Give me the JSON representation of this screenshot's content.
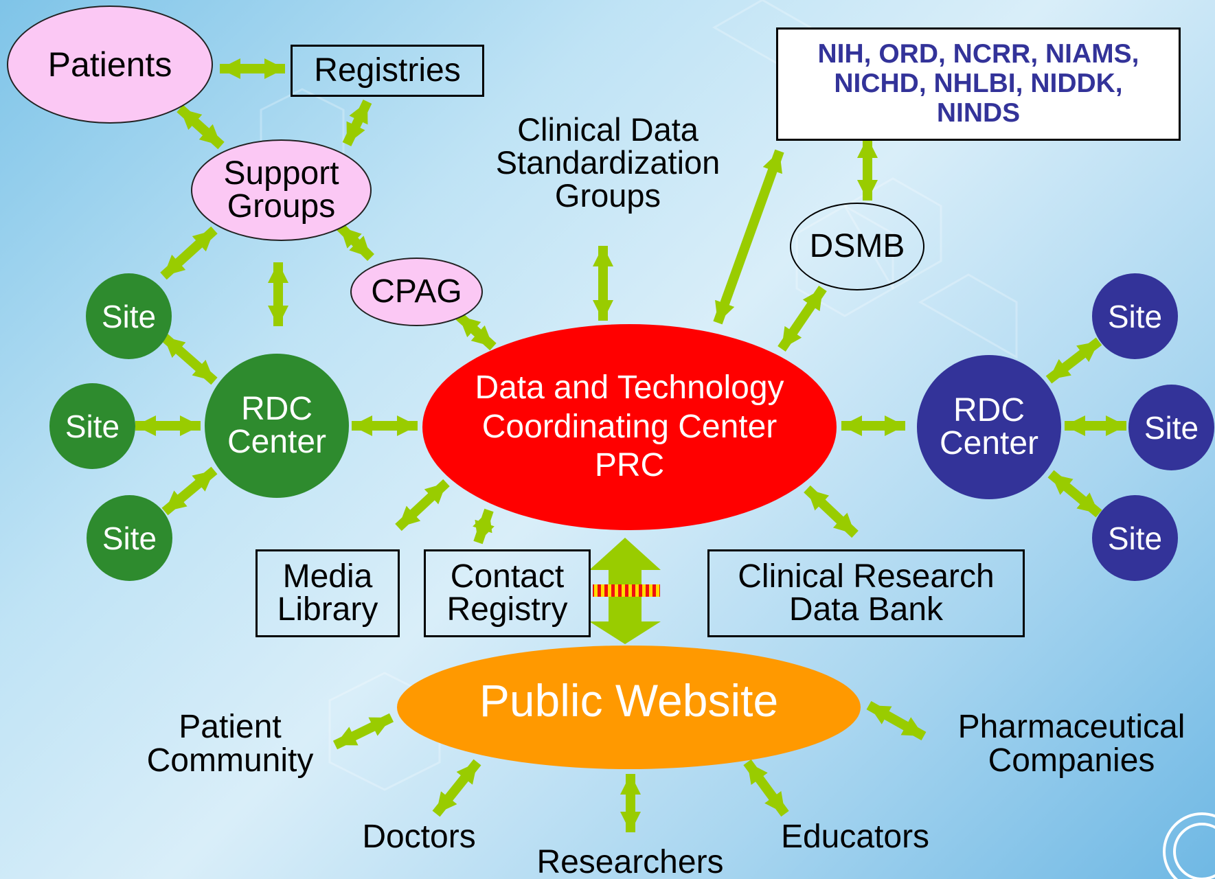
{
  "nodes": {
    "patients": "Patients",
    "registries": "Registries",
    "support_groups": "Support\nGroups",
    "cpag": "CPAG",
    "clinical_data_groups": "Clinical Data\nStandardization\nGroups",
    "nih_agencies": "NIH, ORD, NCRR, NIAMS,\nNICHD, NHLBI, NIDDK,\nNINDS",
    "dsmb": "DSMB",
    "site_left_top": "Site",
    "site_left_mid": "Site",
    "site_left_bottom": "Site",
    "rdc_left": "RDC\nCenter",
    "dtcc": "Data and Technology\nCoordinating Center\nPRC",
    "rdc_right": "RDC\nCenter",
    "site_right_top": "Site",
    "site_right_mid": "Site",
    "site_right_bottom": "Site",
    "media_library": "Media\nLibrary",
    "contact_registry": "Contact\nRegistry",
    "clinical_research_bank": "Clinical Research\nData Bank",
    "public_website": "Public Website",
    "patient_community": "Patient\nCommunity",
    "pharma": "Pharmaceutical\nCompanies",
    "doctors": "Doctors",
    "researchers": "Researchers",
    "educators": "Educators"
  },
  "colors": {
    "arrow": "#99cc00",
    "center": "#ff0000",
    "website": "#ff9900",
    "site_green": "#2e8b2e",
    "site_blue": "#333399",
    "pink": "#fbc8f4",
    "agency_text": "#333399"
  }
}
